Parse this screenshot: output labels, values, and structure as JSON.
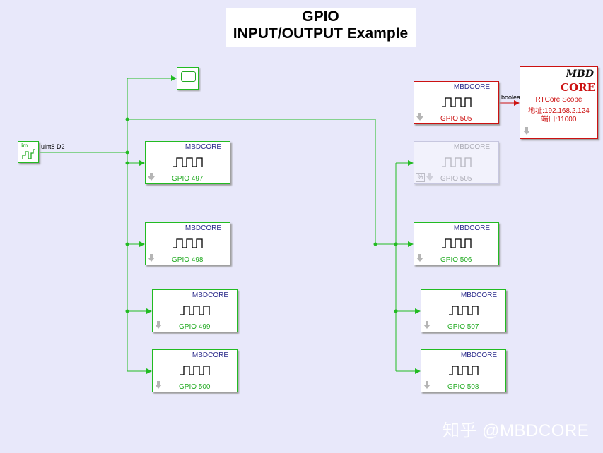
{
  "title": {
    "line1": "GPIO",
    "line2": "INPUT/OUTPUT Example"
  },
  "source_block": {
    "icon_label": "lim",
    "signal_label": "uint8 D2"
  },
  "scope_block": {
    "icon": "scope-icon"
  },
  "gpio_blocks": [
    {
      "brand": "MBDCORE",
      "label": "GPIO 497"
    },
    {
      "brand": "MBDCORE",
      "label": "GPIO 498"
    },
    {
      "brand": "MBDCORE",
      "label": "GPIO 499"
    },
    {
      "brand": "MBDCORE",
      "label": "GPIO 500"
    },
    {
      "brand": "MBDCORE",
      "label": "GPIO 505"
    },
    {
      "brand": "MBDCORE",
      "label": "GPIO 505"
    },
    {
      "brand": "MBDCORE",
      "label": "GPIO 506"
    },
    {
      "brand": "MBDCORE",
      "label": "GPIO 507"
    },
    {
      "brand": "MBDCORE",
      "label": "GPIO 508"
    }
  ],
  "commented_block_badge": "%",
  "boolean_label": "boolea",
  "rtcore_scope": {
    "logo_line1": "MBD",
    "logo_line2": "CORE",
    "name": "RTCore Scope",
    "address": "地址:192.168.2.124",
    "port": "端口:11000"
  },
  "watermark": "知乎 @MBDCORE",
  "colors": {
    "canvas": "#e8e8fa",
    "wire": "#22bb22",
    "input_wire": "#cc1111",
    "block_border": "#22bb22",
    "brand_text": "#2a2a8a"
  }
}
